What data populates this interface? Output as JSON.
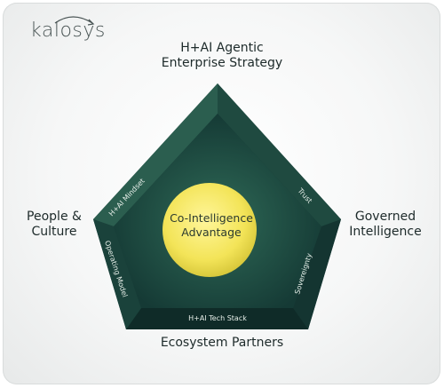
{
  "logo": {
    "text": "kalosys"
  },
  "diagram": {
    "top_label_line1": "H+AI Agentic",
    "top_label_line2": "Enterprise Strategy",
    "left_label_line1": "People &",
    "left_label_line2": "Culture",
    "right_label_line1": "Governed",
    "right_label_line2": "Intelligence",
    "bottom_label": "Ecosystem Partners",
    "center_line1": "Co-Intelligence",
    "center_line2": "Advantage",
    "edges": {
      "upper_left": "H+AI Mindset",
      "upper_right": "Trust",
      "lower_left": "Operating Model",
      "lower_right": "Sovereignty",
      "bottom": "H+AI Tech Stack"
    },
    "colors": {
      "pentagon_dark": "#163a36",
      "pentagon_mid": "#2f5e50",
      "circle": "#f2e45c",
      "text": "#1d2a2a"
    }
  }
}
